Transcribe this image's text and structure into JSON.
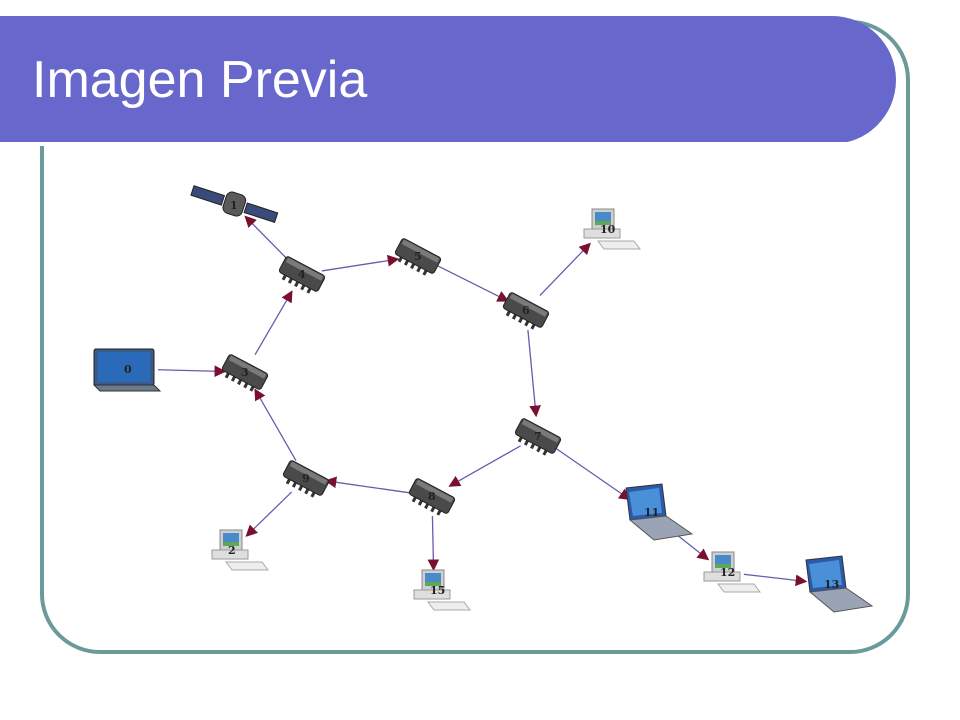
{
  "title": "Imagen Previa",
  "colors": {
    "banner": "#6868cc",
    "frame": "#6b9a9a",
    "link": "#6a5ab0",
    "arrow": "#7a1030"
  },
  "nodes": [
    {
      "id": "0",
      "type": "laptop-open"
    },
    {
      "id": "1",
      "type": "satellite"
    },
    {
      "id": "2",
      "type": "desktop"
    },
    {
      "id": "3",
      "type": "router"
    },
    {
      "id": "4",
      "type": "router"
    },
    {
      "id": "5",
      "type": "router"
    },
    {
      "id": "6",
      "type": "router"
    },
    {
      "id": "7",
      "type": "router"
    },
    {
      "id": "8",
      "type": "router"
    },
    {
      "id": "9",
      "type": "router"
    },
    {
      "id": "10",
      "type": "desktop"
    },
    {
      "id": "11",
      "type": "laptop"
    },
    {
      "id": "12",
      "type": "desktop"
    },
    {
      "id": "13",
      "type": "laptop"
    },
    {
      "id": "15",
      "type": "desktop"
    }
  ],
  "links": [
    {
      "from": "0",
      "to": "3"
    },
    {
      "from": "3",
      "to": "4"
    },
    {
      "from": "4",
      "to": "1"
    },
    {
      "from": "4",
      "to": "5"
    },
    {
      "from": "5",
      "to": "6"
    },
    {
      "from": "6",
      "to": "10"
    },
    {
      "from": "6",
      "to": "7"
    },
    {
      "from": "7",
      "to": "11"
    },
    {
      "from": "7",
      "to": "8"
    },
    {
      "from": "8",
      "to": "9"
    },
    {
      "from": "9",
      "to": "3"
    },
    {
      "from": "9",
      "to": "2"
    },
    {
      "from": "8",
      "to": "15"
    },
    {
      "from": "11",
      "to": "12"
    },
    {
      "from": "12",
      "to": "13"
    }
  ]
}
